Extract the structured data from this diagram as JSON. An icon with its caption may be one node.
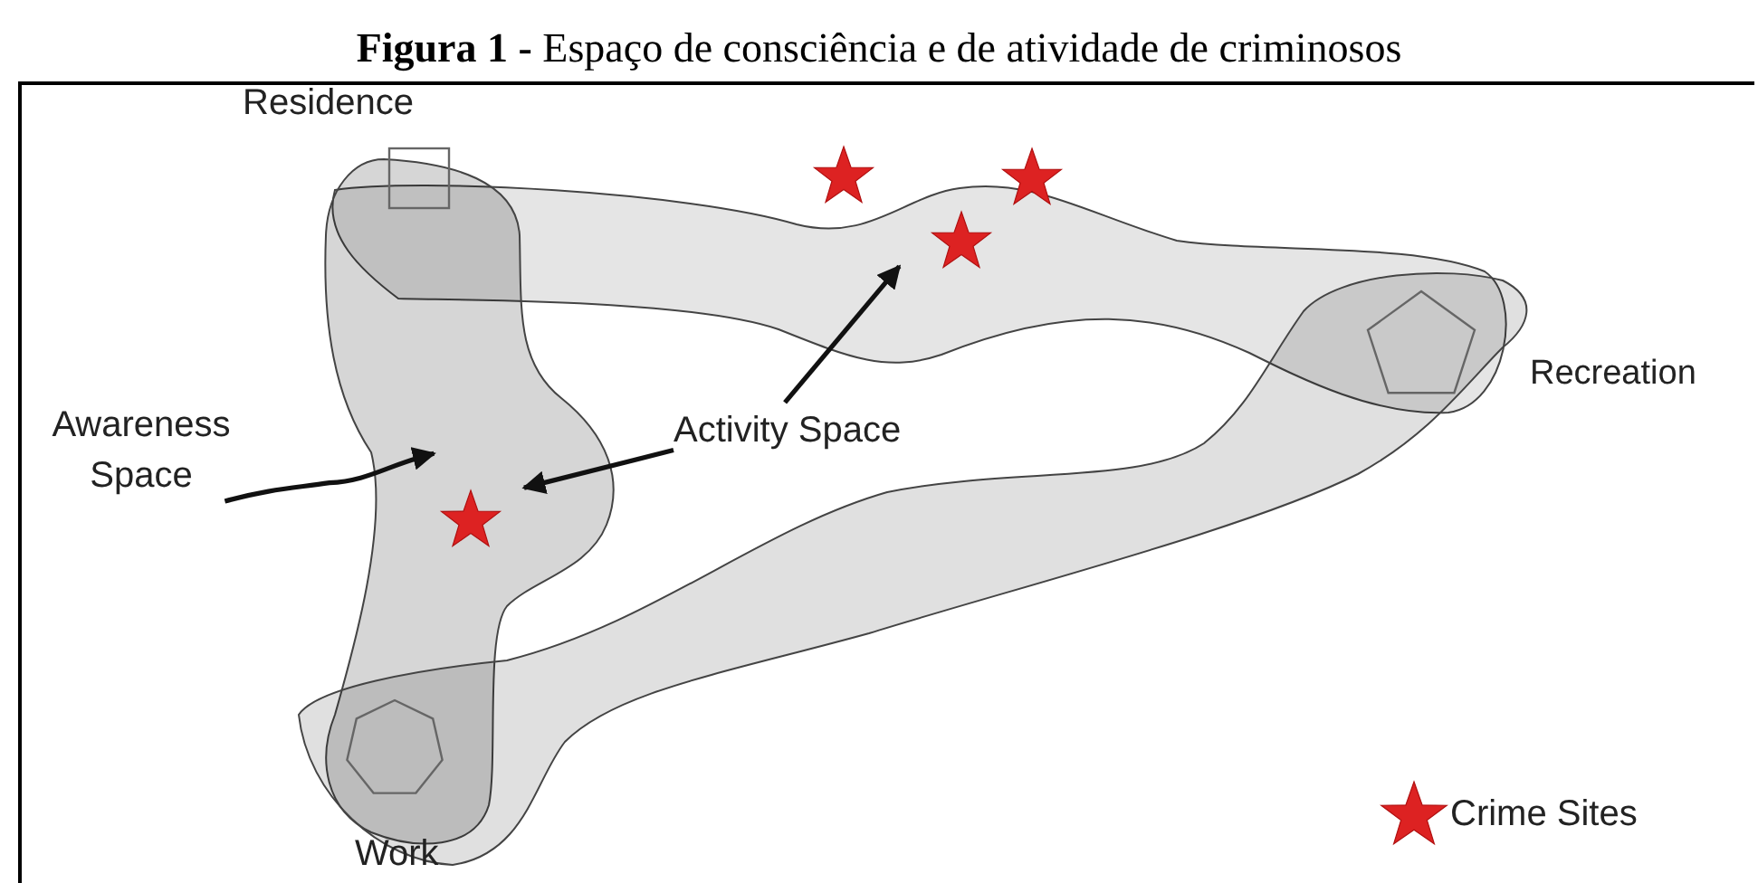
{
  "diagram": {
    "title": "**Figura 1 -** Espaço de consciência e de atividade de criminosos",
    "nodes": [
      {
        "text": [
          "Awareness Space"
        ]
      },
      {
        "text": [
          "Activity Space"
        ]
      },
      {
        "text": [],
        "shape": "blob"
      },
      {
        "text": [],
        "shape": "blob"
      },
      {
        "text": [],
        "shape": "blob"
      }
    ],
    "edges": [
      {
        "from": 0,
        "to": 3,
        "arrow": "to"
      },
      {
        "from": 1,
        "to": 2,
        "arrow": "to"
      },
      {
        "from": 1,
        "to": 3,
        "arrow": "to"
      }
    ],
    "labels": [
      "Residence",
      "Recreation",
      "Work"
    ],
    "legend": [
      {
        "text": "Crime Sites"
      }
    ]
  }
}
